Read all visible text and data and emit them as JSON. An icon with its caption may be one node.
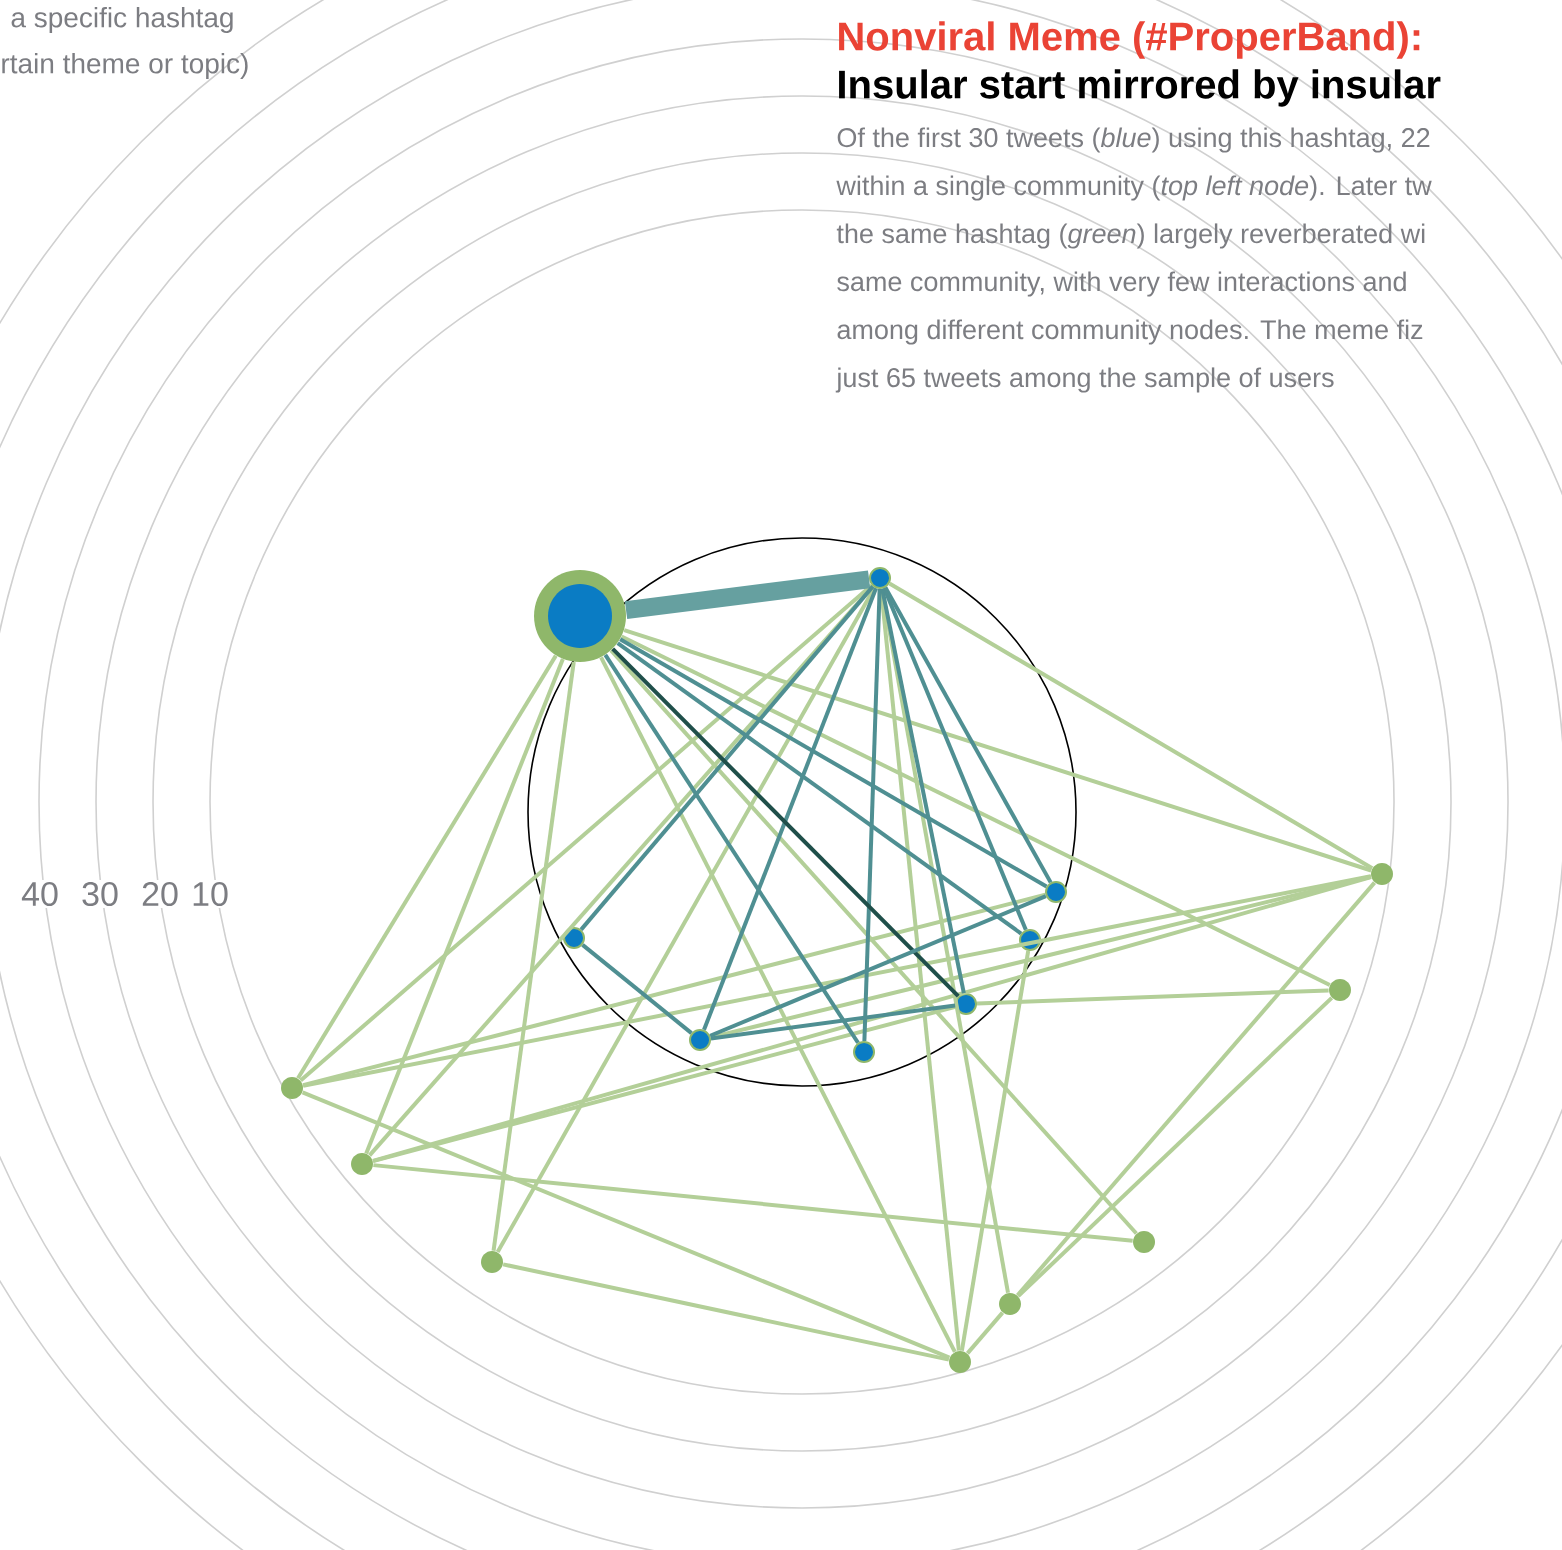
{
  "diagram": {
    "nodes": [
      {
        "text": [],
        "shape": "circle"
      },
      {
        "text": [],
        "shape": "circle"
      },
      {
        "text": [],
        "shape": "circle"
      },
      {
        "text": [],
        "shape": "circle"
      },
      {
        "text": [],
        "shape": "circle"
      },
      {
        "text": [],
        "shape": "circle"
      },
      {
        "text": [],
        "shape": "circle"
      },
      {
        "text": [],
        "shape": "circle"
      },
      {
        "text": [],
        "shape": "circle"
      },
      {
        "text": [],
        "shape": "circle"
      },
      {
        "text": [],
        "shape": "circle"
      },
      {
        "text": [],
        "shape": "circle"
      },
      {
        "text": [],
        "shape": "circle"
      },
      {
        "text": [],
        "shape": "circle"
      },
      {
        "text": [],
        "shape": "circle"
      },
      {
        "text": [],
        "shape": "circle"
      }
    ],
    "edges": [
      {
        "from": 0,
        "to": 8,
        "arrow": "none"
      },
      {
        "from": 0,
        "to": 9,
        "arrow": "none"
      },
      {
        "from": 0,
        "to": 10,
        "arrow": "none"
      },
      {
        "from": 0,
        "to": 11,
        "arrow": "none"
      },
      {
        "from": 0,
        "to": 12,
        "arrow": "none"
      },
      {
        "from": 0,
        "to": 13,
        "arrow": "none"
      },
      {
        "from": 0,
        "to": 15,
        "arrow": "none"
      },
      {
        "from": 1,
        "to": 8,
        "arrow": "none"
      },
      {
        "from": 1,
        "to": 10,
        "arrow": "none"
      },
      {
        "from": 1,
        "to": 11,
        "arrow": "none"
      },
      {
        "from": 1,
        "to": 14,
        "arrow": "none"
      },
      {
        "from": 1,
        "to": 15,
        "arrow": "none"
      },
      {
        "from": 10,
        "to": 8,
        "arrow": "none"
      },
      {
        "from": 10,
        "to": 7,
        "arrow": "none"
      },
      {
        "from": 10,
        "to": 15,
        "arrow": "none"
      },
      {
        "from": 11,
        "to": 8,
        "arrow": "none"
      },
      {
        "from": 11,
        "to": 5,
        "arrow": "none"
      },
      {
        "from": 11,
        "to": 13,
        "arrow": "none"
      },
      {
        "from": 12,
        "to": 15,
        "arrow": "none"
      },
      {
        "from": 12,
        "to": 1,
        "arrow": "none"
      },
      {
        "from": 15,
        "to": 14,
        "arrow": "none"
      },
      {
        "from": 14,
        "to": 9,
        "arrow": "none"
      },
      {
        "from": 14,
        "to": 8,
        "arrow": "none"
      },
      {
        "from": 6,
        "to": 15,
        "arrow": "none"
      },
      {
        "from": 5,
        "to": 9,
        "arrow": "none"
      },
      {
        "from": 3,
        "to": 8,
        "arrow": "none"
      },
      {
        "from": 0,
        "to": 1,
        "arrow": "none",
        "style": "thick",
        "color": "#66a0a0"
      },
      {
        "from": 1,
        "to": 2,
        "arrow": "none",
        "color": "#4f8f92"
      },
      {
        "from": 1,
        "to": 3,
        "arrow": "none",
        "color": "#4f8f92"
      },
      {
        "from": 1,
        "to": 4,
        "arrow": "none",
        "color": "#4f8f92"
      },
      {
        "from": 1,
        "to": 5,
        "arrow": "none",
        "color": "#4f8f92"
      },
      {
        "from": 1,
        "to": 6,
        "arrow": "none",
        "color": "#4f8f92"
      },
      {
        "from": 1,
        "to": 7,
        "arrow": "none",
        "color": "#4f8f92"
      },
      {
        "from": 0,
        "to": 4,
        "arrow": "none",
        "color": "#4f8f92"
      },
      {
        "from": 0,
        "to": 5,
        "arrow": "none",
        "color": "#1f4f4a"
      },
      {
        "from": 0,
        "to": 6,
        "arrow": "none",
        "color": "#4f8f92"
      },
      {
        "from": 0,
        "to": 7,
        "arrow": "none",
        "color": "#4f8f92"
      },
      {
        "from": 2,
        "to": 3,
        "arrow": "none",
        "color": "#4f8f92"
      },
      {
        "from": 3,
        "to": 5,
        "arrow": "none",
        "color": "#4f8f92"
      },
      {
        "from": 3,
        "to": 7,
        "arrow": "none",
        "color": "#4f8f92"
      }
    ],
    "labels": [
      "a specific hashtag",
      "rtain theme or topic)",
      "Nonviral Meme (#ProperBand):",
      "Insular start mirrored by insular",
      "Of the first 30 tweets (*blue*) using this hashtag, 22",
      "within a single community (*top left node*). Later tw",
      "the same hashtag (*green*) largely reverberated wi",
      "same community, with very few interactions and",
      "among different community nodes. The meme fiz",
      "just 65 tweets among the sample of users",
      "40",
      "30",
      "20",
      "10"
    ]
  }
}
